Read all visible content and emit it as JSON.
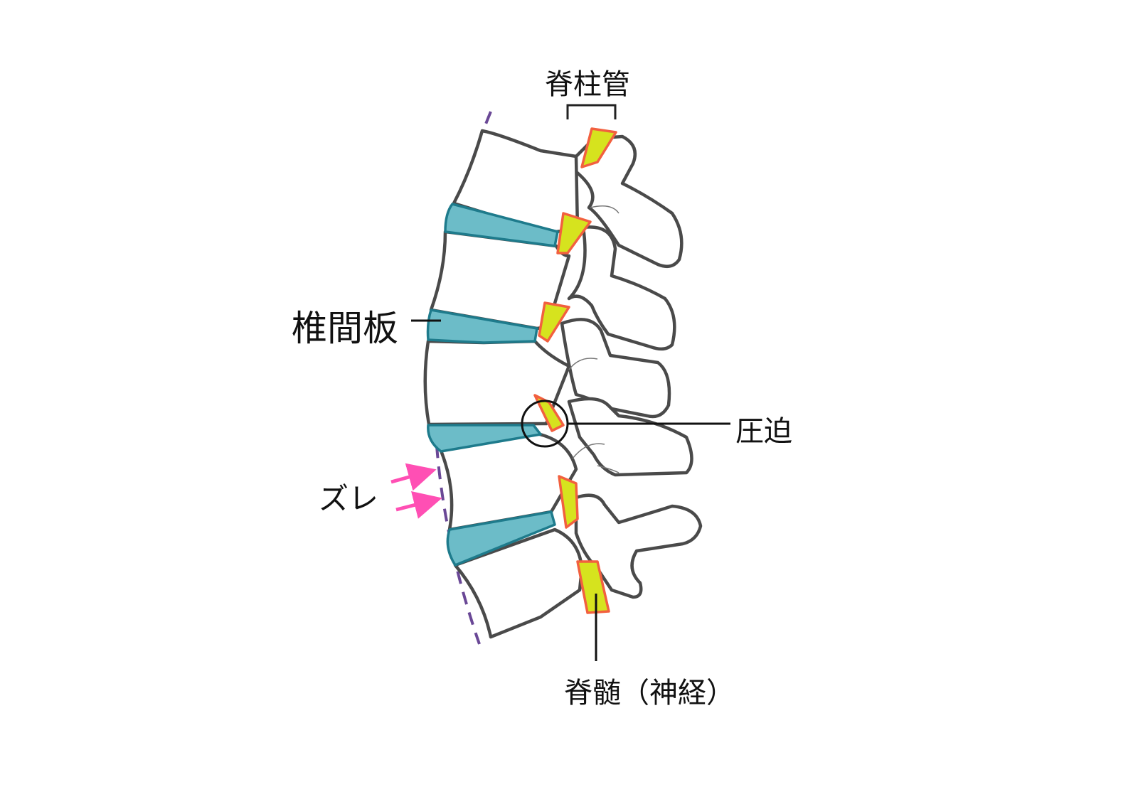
{
  "labels": {
    "spinal_canal": "脊柱管",
    "intervertebral_disc": "椎間板",
    "compression": "圧迫",
    "slippage": "ズレ",
    "spinal_cord": "脊髄（神経）"
  },
  "colors": {
    "bone_outline": "#4a4a4a",
    "disc": "#6cbcc8",
    "disc_outline": "#1e7b8c",
    "cord": "#d6e31e",
    "cord_outline": "#f2603f",
    "alignment_line": "#6a4896",
    "slip_arrows": "#ff4fb4"
  }
}
